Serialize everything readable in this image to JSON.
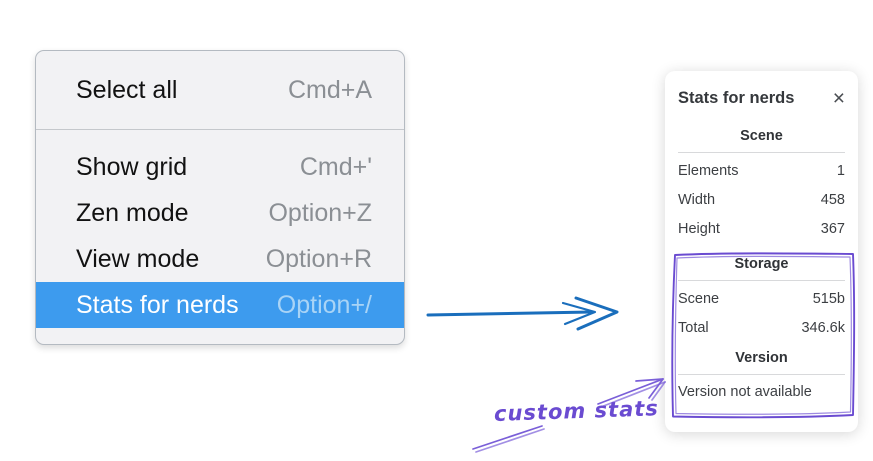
{
  "context_menu": {
    "sections": [
      {
        "items": [
          {
            "label": "Select all",
            "shortcut": "Cmd+A",
            "highlighted": false
          }
        ]
      },
      {
        "items": [
          {
            "label": "Show grid",
            "shortcut": "Cmd+'",
            "highlighted": false
          },
          {
            "label": "Zen mode",
            "shortcut": "Option+Z",
            "highlighted": false
          },
          {
            "label": "View mode",
            "shortcut": "Option+R",
            "highlighted": false
          },
          {
            "label": "Stats for nerds",
            "shortcut": "Option+/",
            "highlighted": true
          }
        ]
      }
    ]
  },
  "stats_panel": {
    "title": "Stats for nerds",
    "close_icon": "×",
    "sections": [
      {
        "heading": "Scene",
        "rows": [
          [
            "Elements",
            "1"
          ],
          [
            "Width",
            "458"
          ],
          [
            "Height",
            "367"
          ]
        ]
      },
      {
        "heading": "Storage",
        "rows": [
          [
            "Scene",
            "515b"
          ],
          [
            "Total",
            "346.6k"
          ]
        ]
      },
      {
        "heading": "Version",
        "rows": [],
        "note": "Version not available"
      }
    ]
  },
  "annotation": {
    "label": "custom stats"
  },
  "colors": {
    "menu_highlight": "#3d9bee",
    "menu_background": "#f2f2f4",
    "arrow_blue": "#1a6ebc",
    "annotation_purple": "#6a4bd1"
  }
}
